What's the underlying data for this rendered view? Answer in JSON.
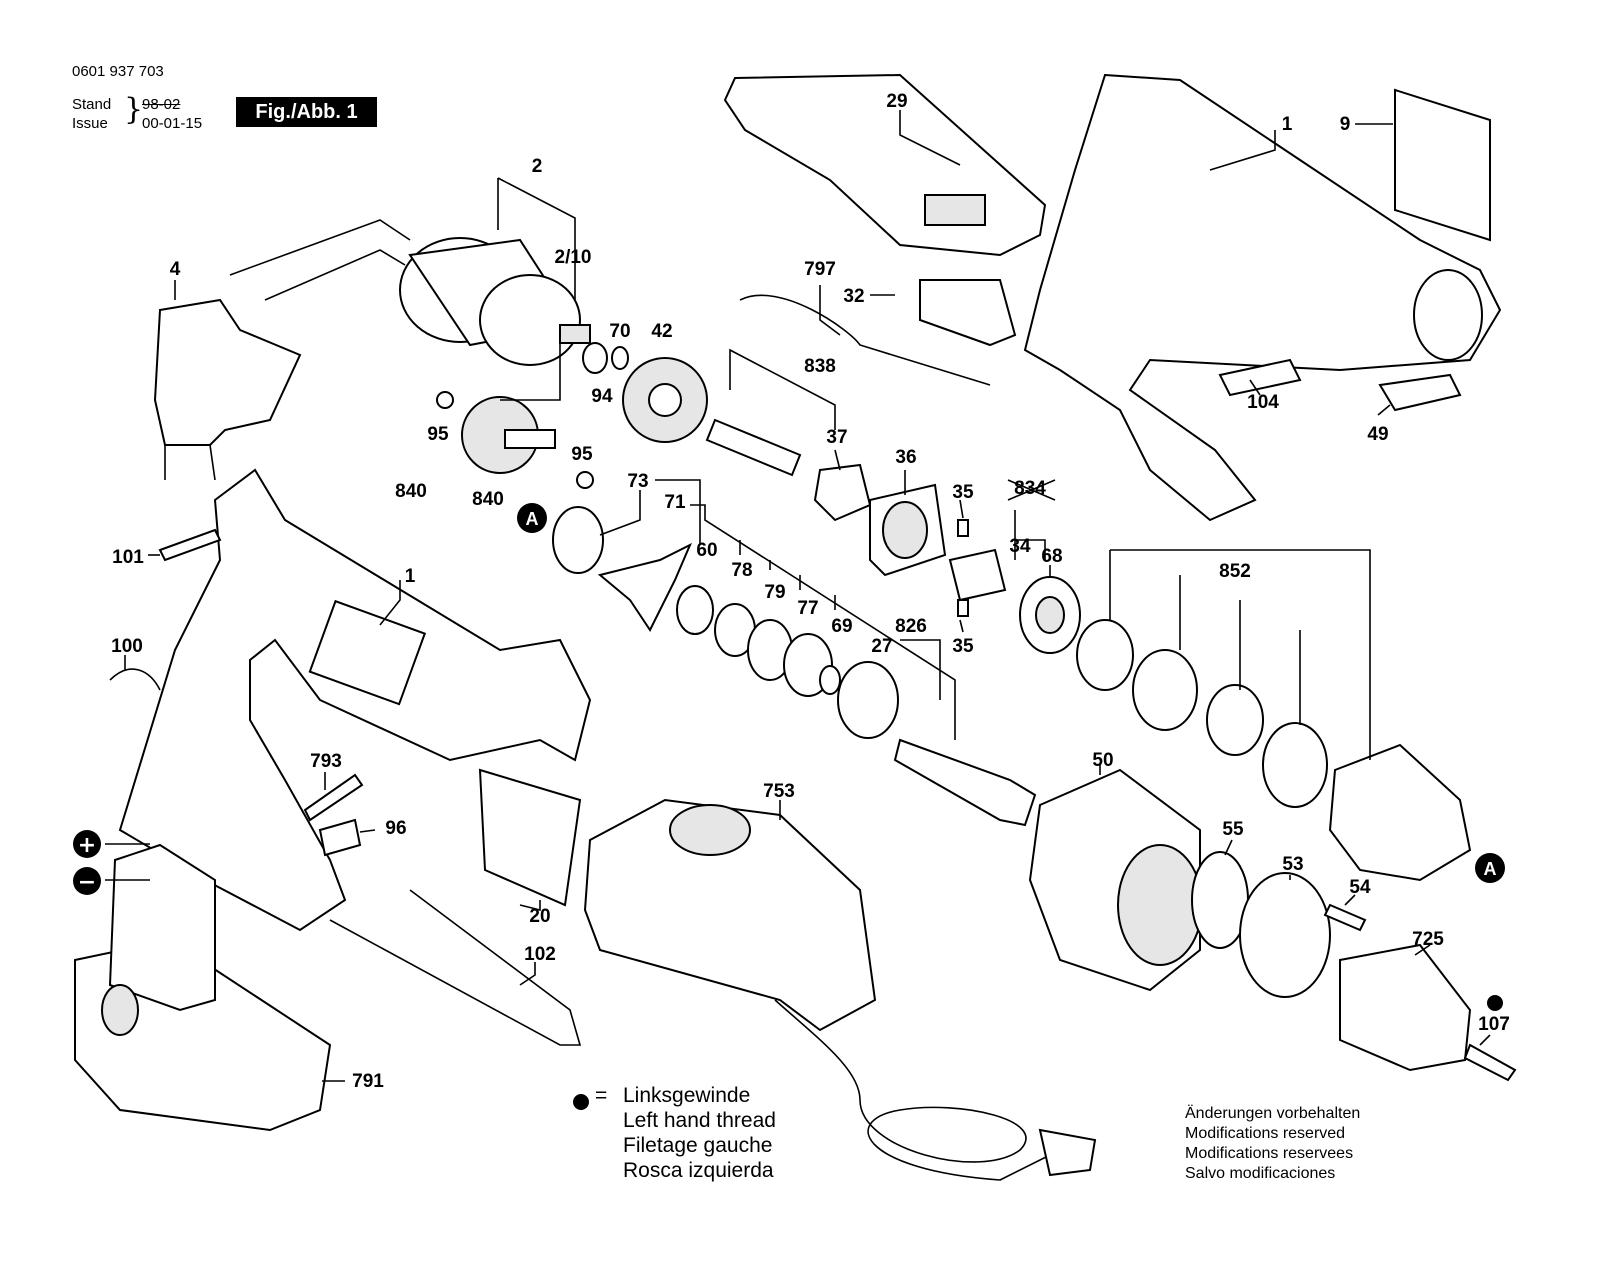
{
  "header": {
    "part_number": "0601 937 703",
    "stand_label": "Stand",
    "issue_label": "Issue",
    "brace": "}",
    "stand_old_value": "98-02",
    "issue_date": "00-01-15",
    "figure_label": "Fig./Abb. 1"
  },
  "callouts": [
    "1",
    "1",
    "2",
    "2/10",
    "4",
    "9",
    "20",
    "27",
    "29",
    "32",
    "34",
    "35",
    "35",
    "36",
    "37",
    "42",
    "49",
    "50",
    "53",
    "54",
    "55",
    "60",
    "68",
    "69",
    "70",
    "71",
    "73",
    "77",
    "78",
    "79",
    "94",
    "95",
    "95",
    "96",
    "100",
    "101",
    "102",
    "104",
    "107",
    "725",
    "753",
    "791",
    "793",
    "797",
    "826",
    "834",
    "838",
    "840",
    "840",
    "852"
  ],
  "markers": {
    "a_left": "A",
    "a_right": "A",
    "plus": "+",
    "minus": "−"
  },
  "legend": {
    "symbol_equals": "=",
    "lines": [
      "Linksgewinde",
      "Left hand thread",
      "Filetage gauche",
      "Rosca izquierda"
    ]
  },
  "notes": [
    "Änderungen vorbehalten",
    "Modifications reserved",
    "Modifications reservees",
    "Salvo modificaciones"
  ]
}
